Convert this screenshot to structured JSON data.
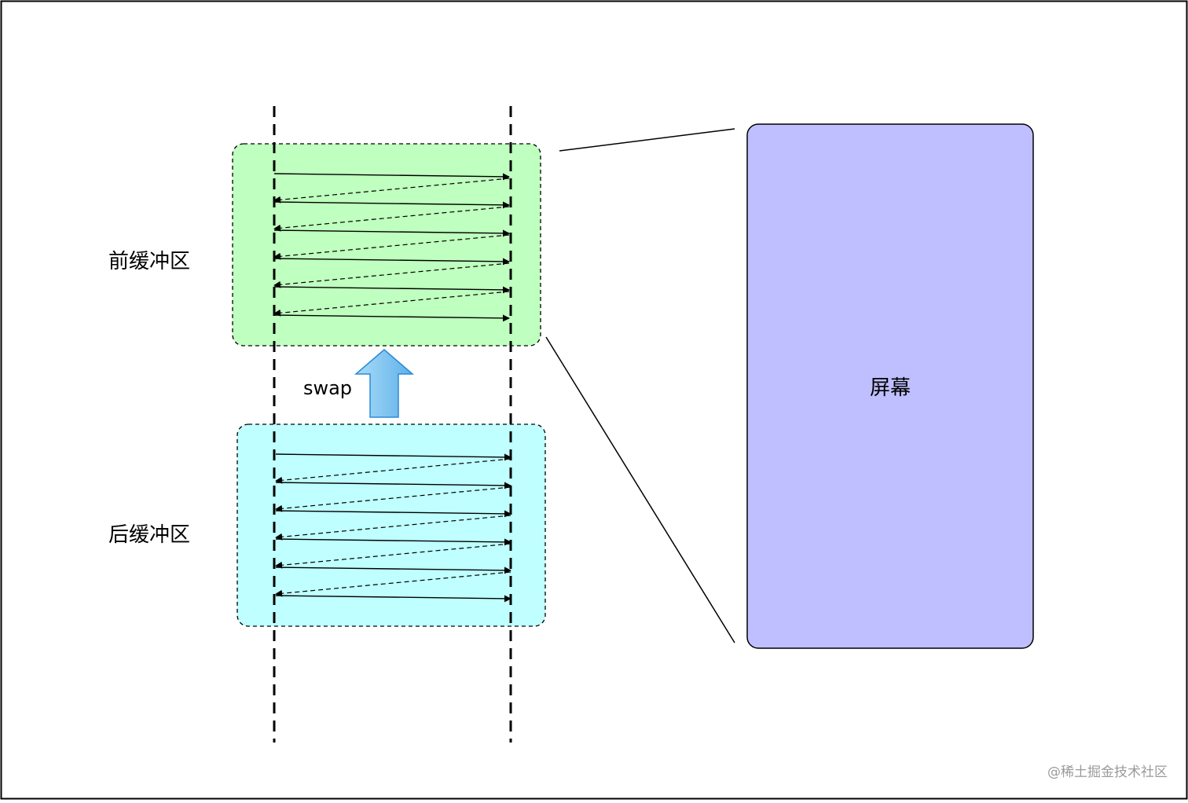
{
  "labels": {
    "front_buffer": "前缓冲区",
    "back_buffer": "后缓冲区",
    "screen": "屏幕",
    "swap": "swap",
    "watermark": "@稀土掘金技术社区"
  },
  "colors": {
    "front_buffer_fill": "#bfffbf",
    "back_buffer_fill": "#bfffff",
    "screen_fill": "#bfbfff",
    "swap_arrow_fill": "#7fc0ef",
    "swap_arrow_stroke": "#2a8ad6",
    "line": "#000000",
    "watermark": "#9a9a9a"
  },
  "scanlines_per_buffer": 6
}
